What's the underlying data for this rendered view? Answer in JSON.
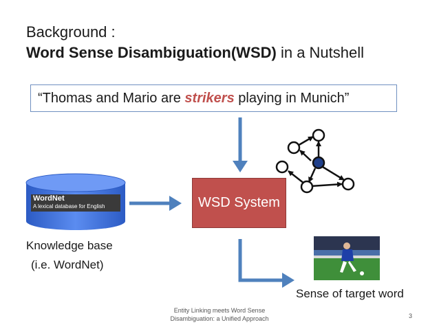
{
  "title": {
    "line1": "Background :",
    "line2_bold": "Word Sense Disambiguation(WSD)",
    "line2_rest": " in a Nutshell"
  },
  "quote": {
    "open": "“Thomas and Mario are ",
    "highlight": "strikers",
    "close": " playing in Munich”"
  },
  "wsd_system": {
    "label": "WSD System"
  },
  "knowledge_base": {
    "logo_title": "WordNet",
    "logo_subtitle": "A lexical database for English",
    "caption_line1": "Knowledge base",
    "caption_line2": "(i.e. WordNet)"
  },
  "sense": {
    "label": "Sense of target word"
  },
  "footer": {
    "text_line1": "Entity Linking meets Word Sense",
    "text_line2": "Disambiguation: a Unified Approach",
    "page_number": "3"
  },
  "colors": {
    "arrow": "#4f81bd",
    "wsd_box": "#c0504d",
    "highlight": "#c0504d",
    "cylinder": "#3d6fd6",
    "graph_node_filled": "#1f3f8a"
  }
}
